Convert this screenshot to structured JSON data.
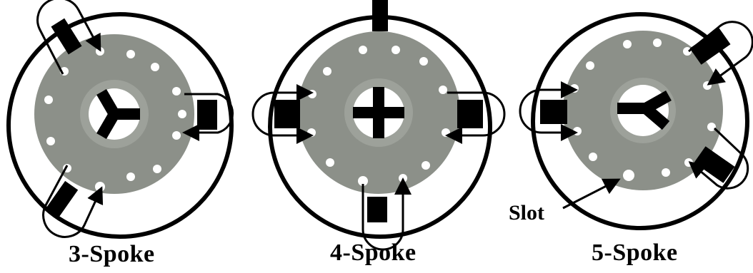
{
  "figure": {
    "panels": [
      {
        "caption": "3-Spoke",
        "spokes": 3
      },
      {
        "caption": "4-Spoke",
        "spokes": 4
      },
      {
        "caption": "5-Spoke",
        "spokes": 5
      }
    ],
    "annotation": {
      "label": "Slot"
    }
  },
  "colors": {
    "disk": "#8c9089",
    "disk_inner": "#9da19a",
    "ink": "#000000",
    "hole": "#ffffff"
  }
}
